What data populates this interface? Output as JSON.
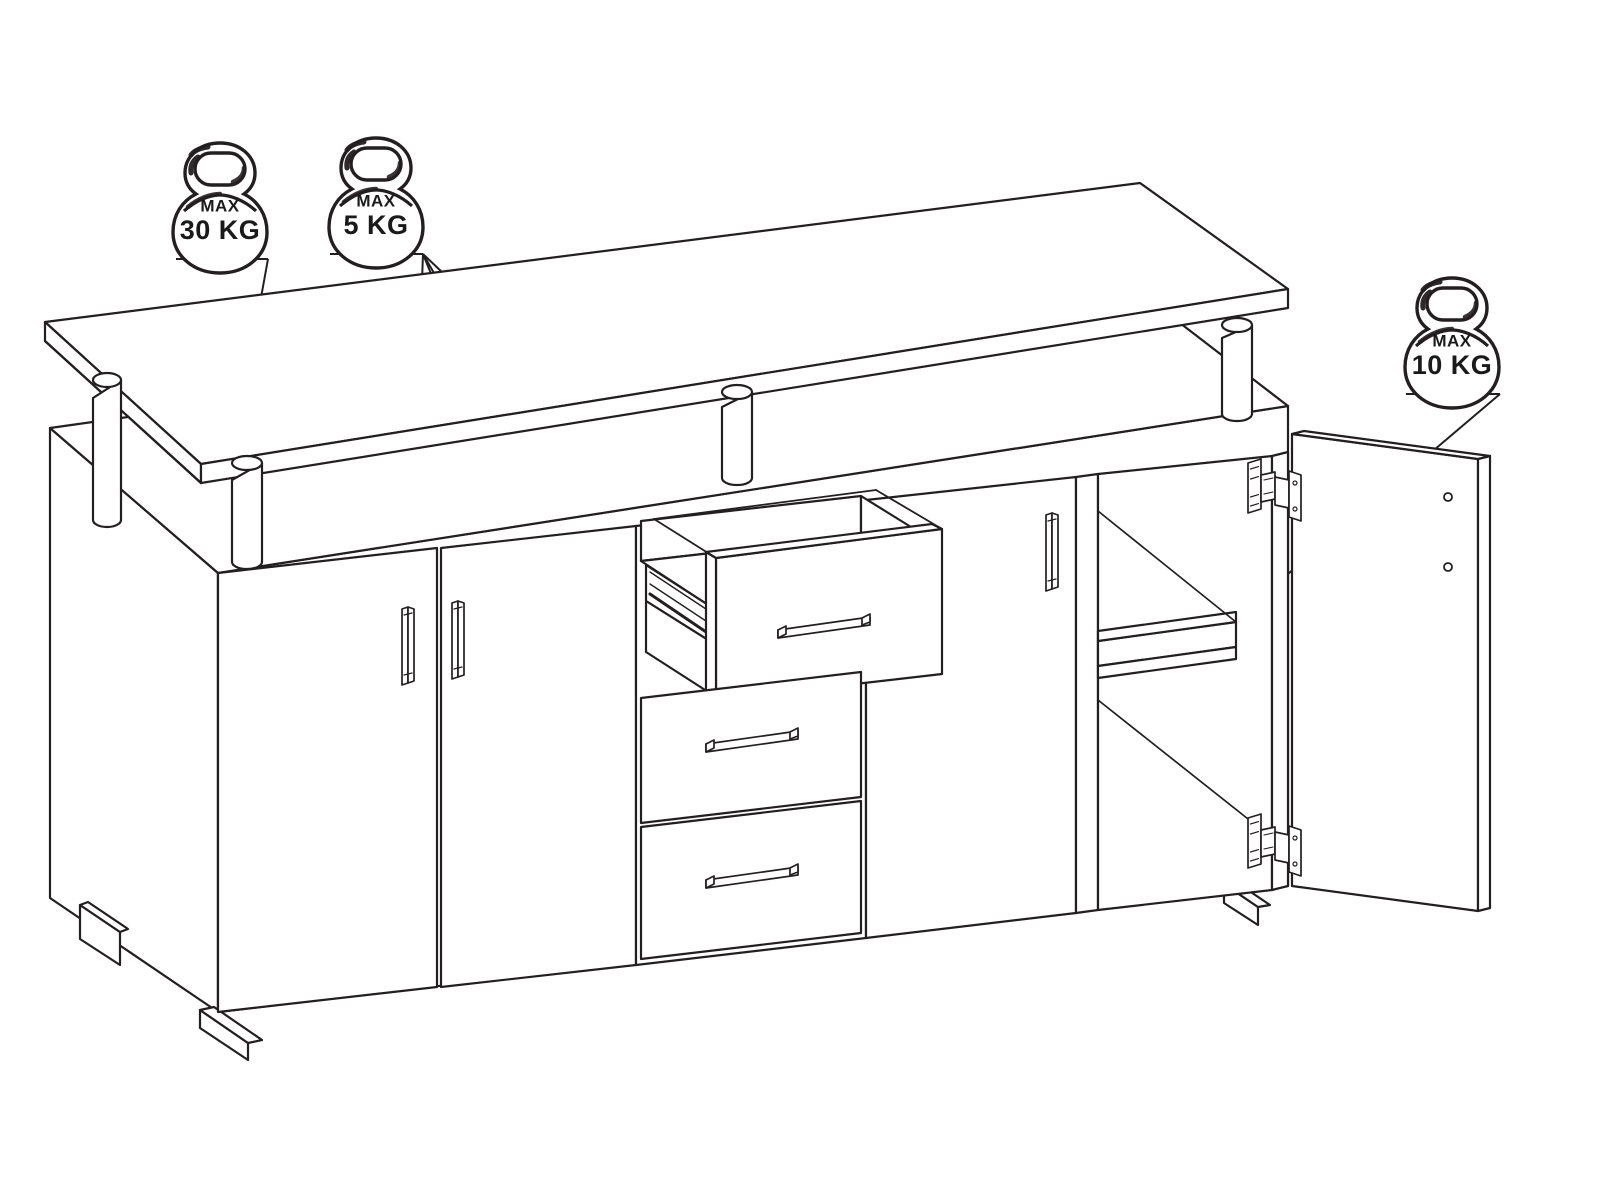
{
  "diagram": {
    "title": "Sideboard load capacity diagram",
    "subject": "3-door 2-drawer sideboard with floating top panel",
    "background_color": "#ffffff",
    "line_color": "#231f20",
    "projection": "isometric line drawing"
  },
  "load_labels": [
    {
      "id": "top-panel-load",
      "icon": "kettlebell-icon",
      "max_word": "MAX",
      "value": "30 KG",
      "weight_kg": 30,
      "target": "floating top panel",
      "leader_count": 1
    },
    {
      "id": "drawer-load",
      "icon": "kettlebell-icon",
      "max_word": "MAX",
      "value": "5 KG",
      "weight_kg": 5,
      "target": "drawers",
      "leader_count": 4
    },
    {
      "id": "shelf-load",
      "icon": "kettlebell-icon",
      "max_word": "MAX",
      "value": "10 KG",
      "weight_kg": 10,
      "target": "internal shelf",
      "leader_count": 1
    }
  ],
  "cabinet": {
    "top_panel": {
      "name": "floating top panel",
      "supports": 4,
      "support_shape": "cylindrical post"
    },
    "carcass": {
      "name": "main body",
      "feet": 4,
      "foot_shape": "rectangular block"
    },
    "doors": [
      {
        "id": "door-left-1",
        "state": "closed",
        "handle": "vertical-bar-handle"
      },
      {
        "id": "door-left-2",
        "state": "closed",
        "handle": "vertical-bar-handle"
      },
      {
        "id": "door-right",
        "state": "open",
        "handle": "vertical-bar-handle",
        "hinges": 2,
        "mounting_holes": 2
      }
    ],
    "drawers": [
      {
        "id": "drawer-top",
        "state": "open",
        "handle": "horizontal-bar-handle",
        "slides": "ball-bearing runner"
      },
      {
        "id": "drawer-middle",
        "state": "closed",
        "handle": "horizontal-bar-handle"
      },
      {
        "id": "drawer-bottom",
        "state": "closed",
        "handle": "horizontal-bar-handle"
      }
    ],
    "shelves": [
      {
        "id": "shelf-right",
        "location": "right compartment",
        "type": "adjustable shelf"
      }
    ]
  }
}
